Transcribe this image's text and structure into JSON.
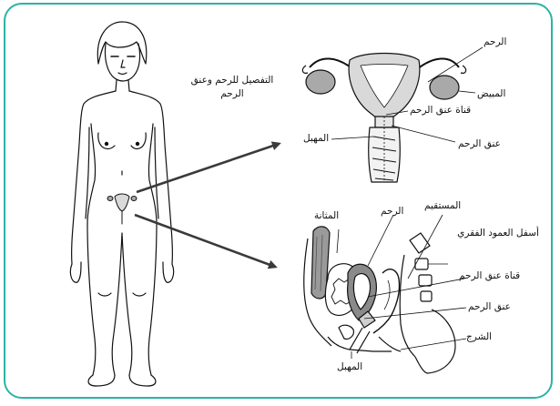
{
  "colors": {
    "frame_border": "#2bb3a6",
    "arrow": "#3a3a3a",
    "ink": "#111111",
    "uterus_fill": "#d9d9d9",
    "tissue_fill": "#e6e6e6",
    "ovary_fill": "#a9a9a9"
  },
  "caption": {
    "detail_title": "التفصيل للرحم وعنق الرحم"
  },
  "front_view": {
    "uterus": "الرحم",
    "ovary": "المبيض",
    "cervical_canal": "قناة عنق الرحم",
    "vagina": "المهبل",
    "cervix": "عنق الرحم"
  },
  "side_view": {
    "bladder": "المثانة",
    "uterus": "الرحم",
    "rectum": "المستقيم",
    "lower_spine": "أسفل العمود الفقري",
    "cervical_canal": "قناة عنق الرحم",
    "cervix": "عنق الرحم",
    "anus": "الشرج",
    "vagina": "المهبل"
  }
}
